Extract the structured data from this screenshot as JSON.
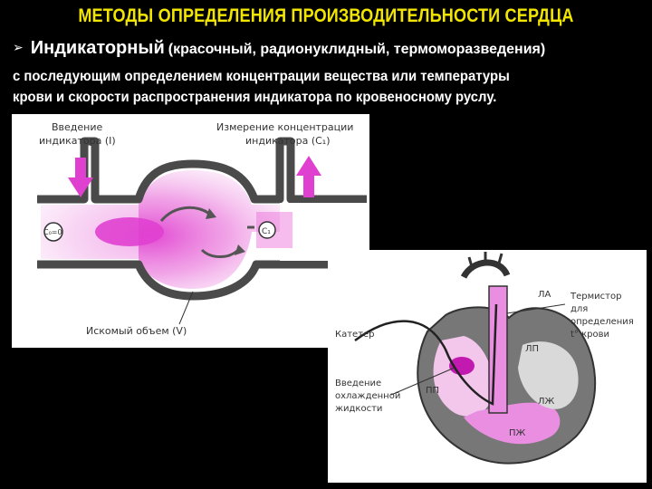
{
  "header": {
    "title": "МЕТОДЫ ОПРЕДЕЛЕНИЯ ПРОИЗВОДИТЕЛЬНОСТИ СЕРДЦА"
  },
  "bullet": {
    "icon": "arrow-bullet-icon",
    "term": "Индикаторный",
    "parenthetical": "(красочный, радионуклидный, термоморазведения)"
  },
  "description": {
    "line1": "с последующим определением концентрации вещества или температуры",
    "line2": "крови и скорости распространения индикатора по кровеносному руслу."
  },
  "figure1": {
    "injection_label_1": "Введение",
    "injection_label_2": "индикатора (I)",
    "measure_label_1": "Измерение концентрации",
    "measure_label_2": "индикатора (C₁)",
    "c0_label": "C₀=0",
    "c1_label": "C₁",
    "volume_label": "Искомый объем (V)"
  },
  "figure2": {
    "la": "ЛА",
    "lp": "ЛП",
    "pp": "ПП",
    "lzh": "ЛЖ",
    "pzh": "ПЖ",
    "thermistor_1": "Термистор",
    "thermistor_2": "для",
    "thermistor_3": "определения",
    "thermistor_4": "t° крови",
    "catheter": "Катетер",
    "cold_1": "Введение",
    "cold_2": "охлажденной",
    "cold_3": "жидкости"
  },
  "colors": {
    "background": "#000000",
    "title": "#f2e600",
    "text": "#ffffff",
    "indicator": "#e040d0"
  }
}
